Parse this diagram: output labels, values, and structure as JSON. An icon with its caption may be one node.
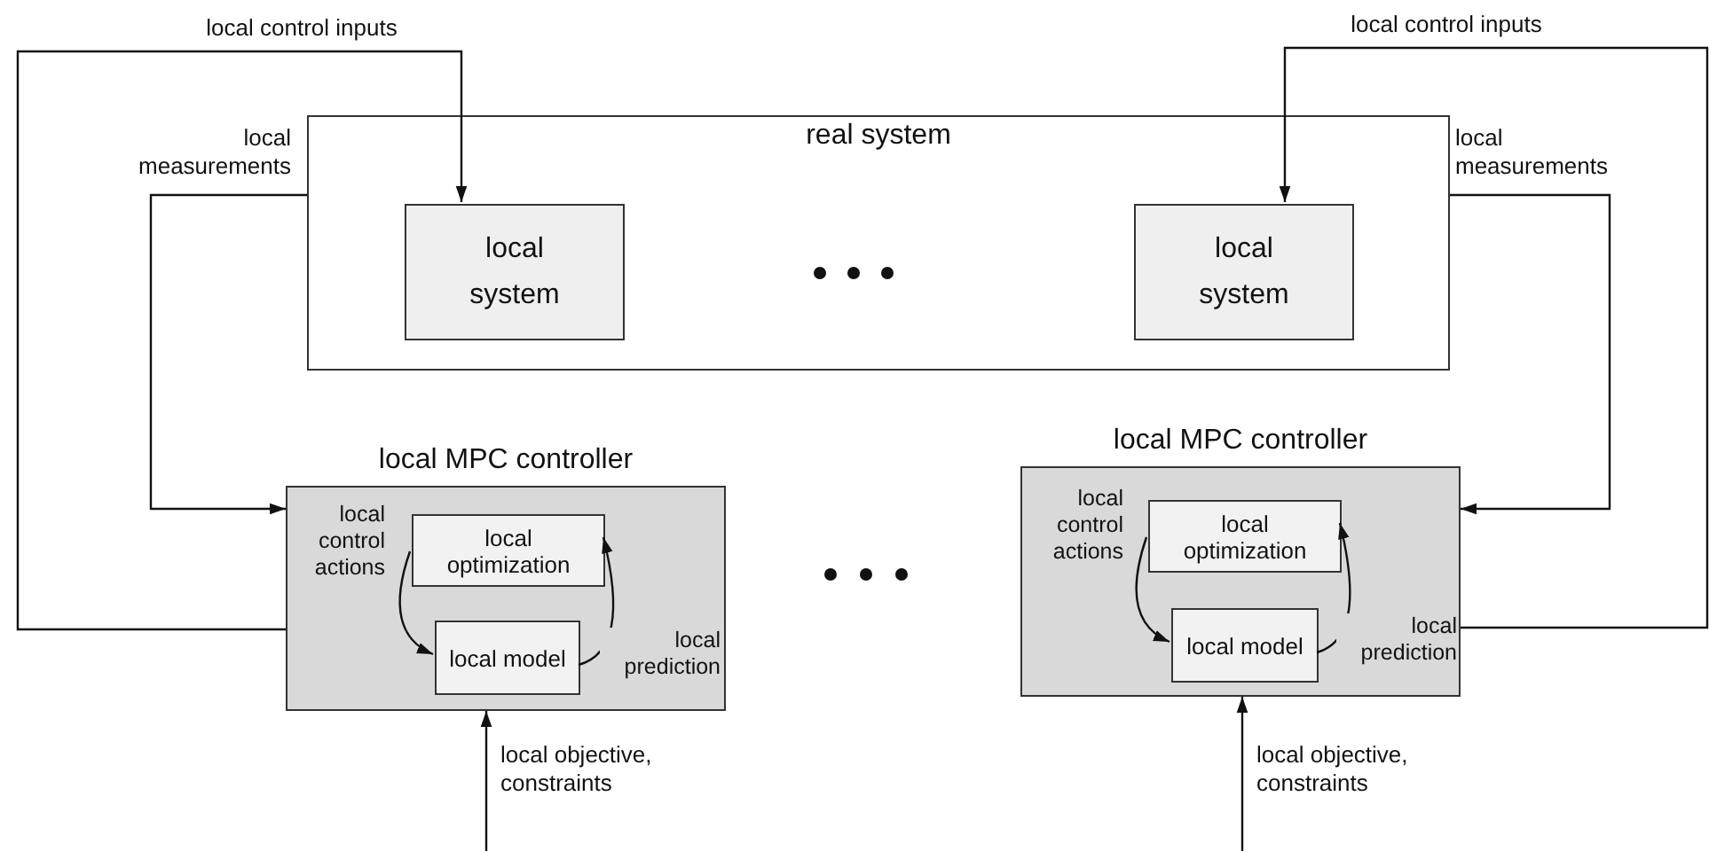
{
  "diagram": {
    "nodes": [
      {
        "text": [
          "real system"
        ]
      },
      {
        "text": [
          "local system"
        ],
        "in": 0
      },
      {
        "text": [
          "local system"
        ],
        "in": 0
      },
      {
        "text": [
          "local MPC controller"
        ]
      },
      {
        "text": [
          "local optimization"
        ],
        "in": 3
      },
      {
        "text": [
          "local model"
        ],
        "in": 3
      },
      {
        "text": [
          "local MPC controller"
        ]
      },
      {
        "text": [
          "local optimization"
        ],
        "in": 6
      },
      {
        "text": [
          "local model"
        ],
        "in": 6
      }
    ],
    "edges": [
      {
        "from": 3,
        "to": 1,
        "arrow": "to",
        "label": "local control inputs"
      },
      {
        "from": 0,
        "to": 3,
        "arrow": "to",
        "label": "local measurements"
      },
      {
        "from": 4,
        "to": 5,
        "arrow": "to",
        "label": "local control actions"
      },
      {
        "from": 5,
        "to": 4,
        "arrow": "to",
        "label": "local prediction"
      },
      {
        "from": null,
        "to": 3,
        "arrow": "to",
        "label": "local objective, constraints"
      },
      {
        "from": 6,
        "to": 2,
        "arrow": "to",
        "label": "local control inputs"
      },
      {
        "from": 0,
        "to": 6,
        "arrow": "to",
        "label": "local measurements"
      },
      {
        "from": 7,
        "to": 8,
        "arrow": "to",
        "label": "local control actions"
      },
      {
        "from": 8,
        "to": 7,
        "arrow": "to",
        "label": "local prediction"
      },
      {
        "from": null,
        "to": 6,
        "arrow": "to",
        "label": "local objective, constraints"
      }
    ]
  }
}
